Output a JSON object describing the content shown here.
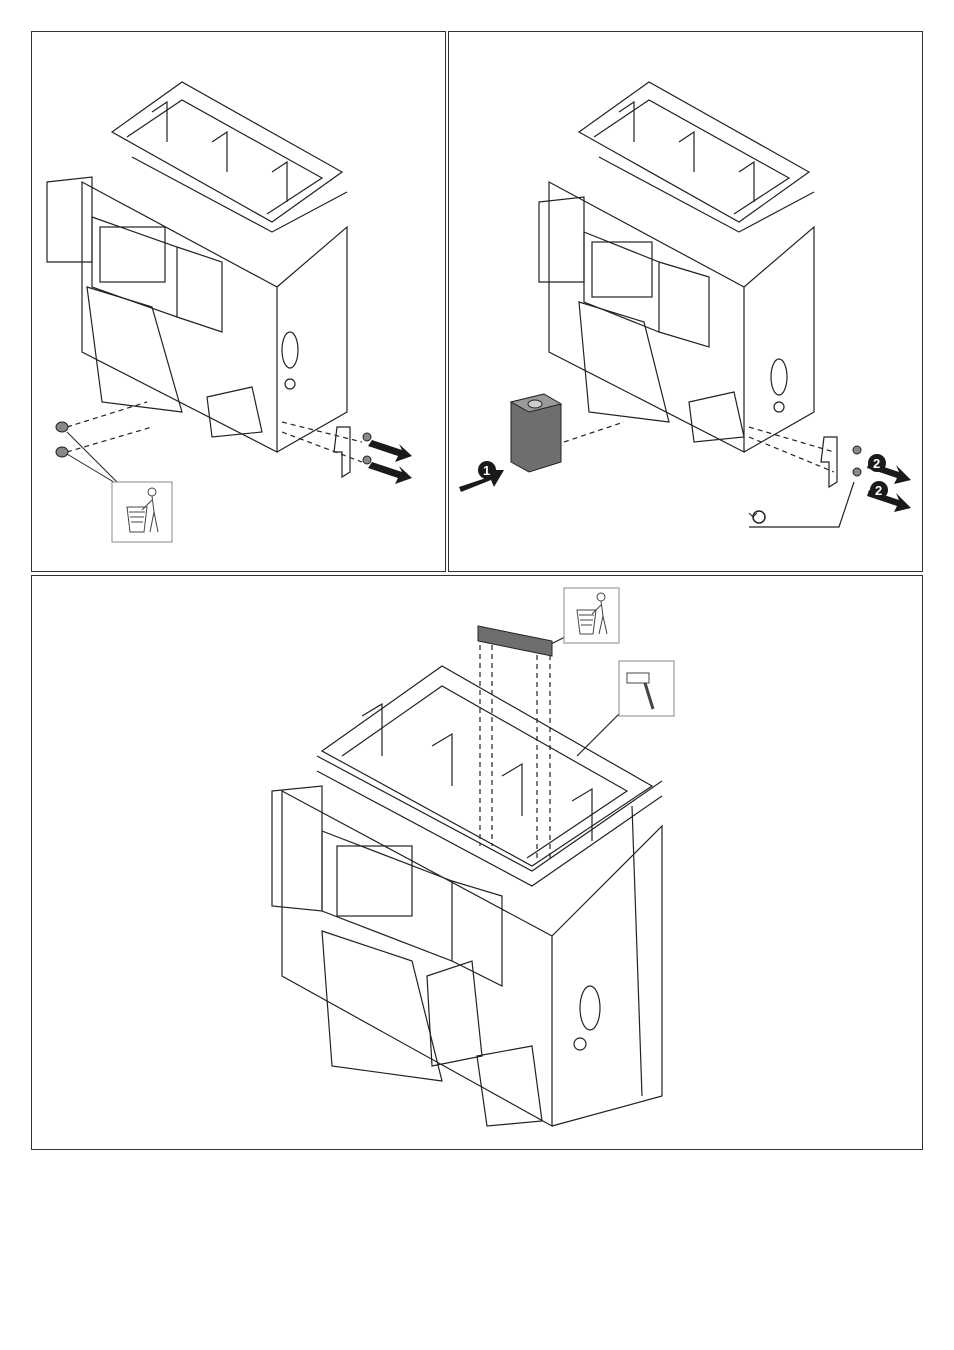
{
  "panels": [
    {
      "id": "panel-1",
      "steps": []
    },
    {
      "id": "panel-2",
      "steps": [
        "1",
        "2",
        "2"
      ]
    },
    {
      "id": "panel-3",
      "steps": []
    }
  ],
  "icons": [
    "trash-bin-icon",
    "hammer-icon",
    "rotate-icon",
    "arrow-icon"
  ],
  "colors": {
    "line": "#222222",
    "panel_border": "#333333",
    "module_fill": "#6e6e6e",
    "arrow_fill": "#1a1a1a"
  }
}
